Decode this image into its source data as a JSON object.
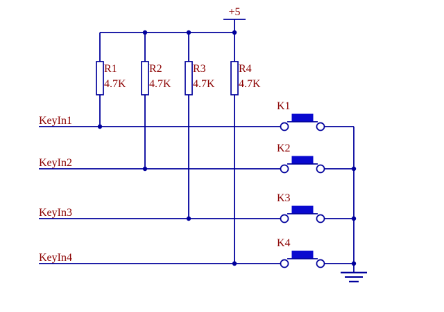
{
  "colors": {
    "wire": "#00009c",
    "component": "#00009c",
    "label": "#8b0000",
    "button_cap": "#0909cf",
    "background": "#ffffff"
  },
  "power": {
    "label": "+5"
  },
  "resistors": [
    {
      "name": "R1",
      "value": "4.7K"
    },
    {
      "name": "R2",
      "value": "4.7K"
    },
    {
      "name": "R3",
      "value": "4.7K"
    },
    {
      "name": "R4",
      "value": "4.7K"
    }
  ],
  "inputs": [
    {
      "label": "KeyIn1"
    },
    {
      "label": "KeyIn2"
    },
    {
      "label": "KeyIn3"
    },
    {
      "label": "KeyIn4"
    }
  ],
  "buttons": [
    {
      "label": "K1"
    },
    {
      "label": "K2"
    },
    {
      "label": "K3"
    },
    {
      "label": "K4"
    }
  ]
}
